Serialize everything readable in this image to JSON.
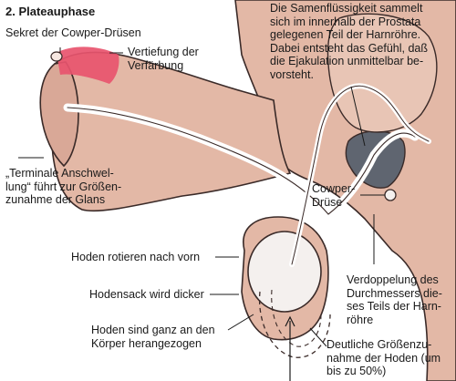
{
  "heading": "2. Plateauphase",
  "labels": {
    "cowper_secretion": "Sekret der Cowper-Drüsen",
    "discoloration_depression": "Vertiefung der\nVerfärbung",
    "terminal_swelling": "„Terminale Anschwel-\nlung“ führt zur Größen-\nzunahme der Glans",
    "prostate_text": "Die Samenflüssigkeit sammelt\nsich im innerhalb der Prostata\ngelegenen Teil der Harnröhre.\nDabei entsteht das Gefühl, daß\ndie Ejakulation unmittelbar be-\nvorsteht.",
    "cowper_gland": "Cowper-\nDrüse",
    "testes_rotate": "Hoden rotieren nach vorn",
    "scrotum_thicker": "Hodensack wird dicker",
    "testes_pulled": "Hoden sind ganz an den\nKörper herangezogen",
    "diameter_doubling": "Verdoppelung des\nDurchmessers die-\nses Teils der Harn-\nröhre",
    "testes_enlarged": "Deutliche Größenzu-\nnahme der Hoden (um\nbis zu 50%)"
  },
  "colors": {
    "skin": "#e3b8a6",
    "skin_dark": "#d4a290",
    "highlight_pink": "#e8546e",
    "tissue_gray": "#5f6570",
    "outline": "#3a2a28",
    "label_text": "#1a1a1a"
  }
}
